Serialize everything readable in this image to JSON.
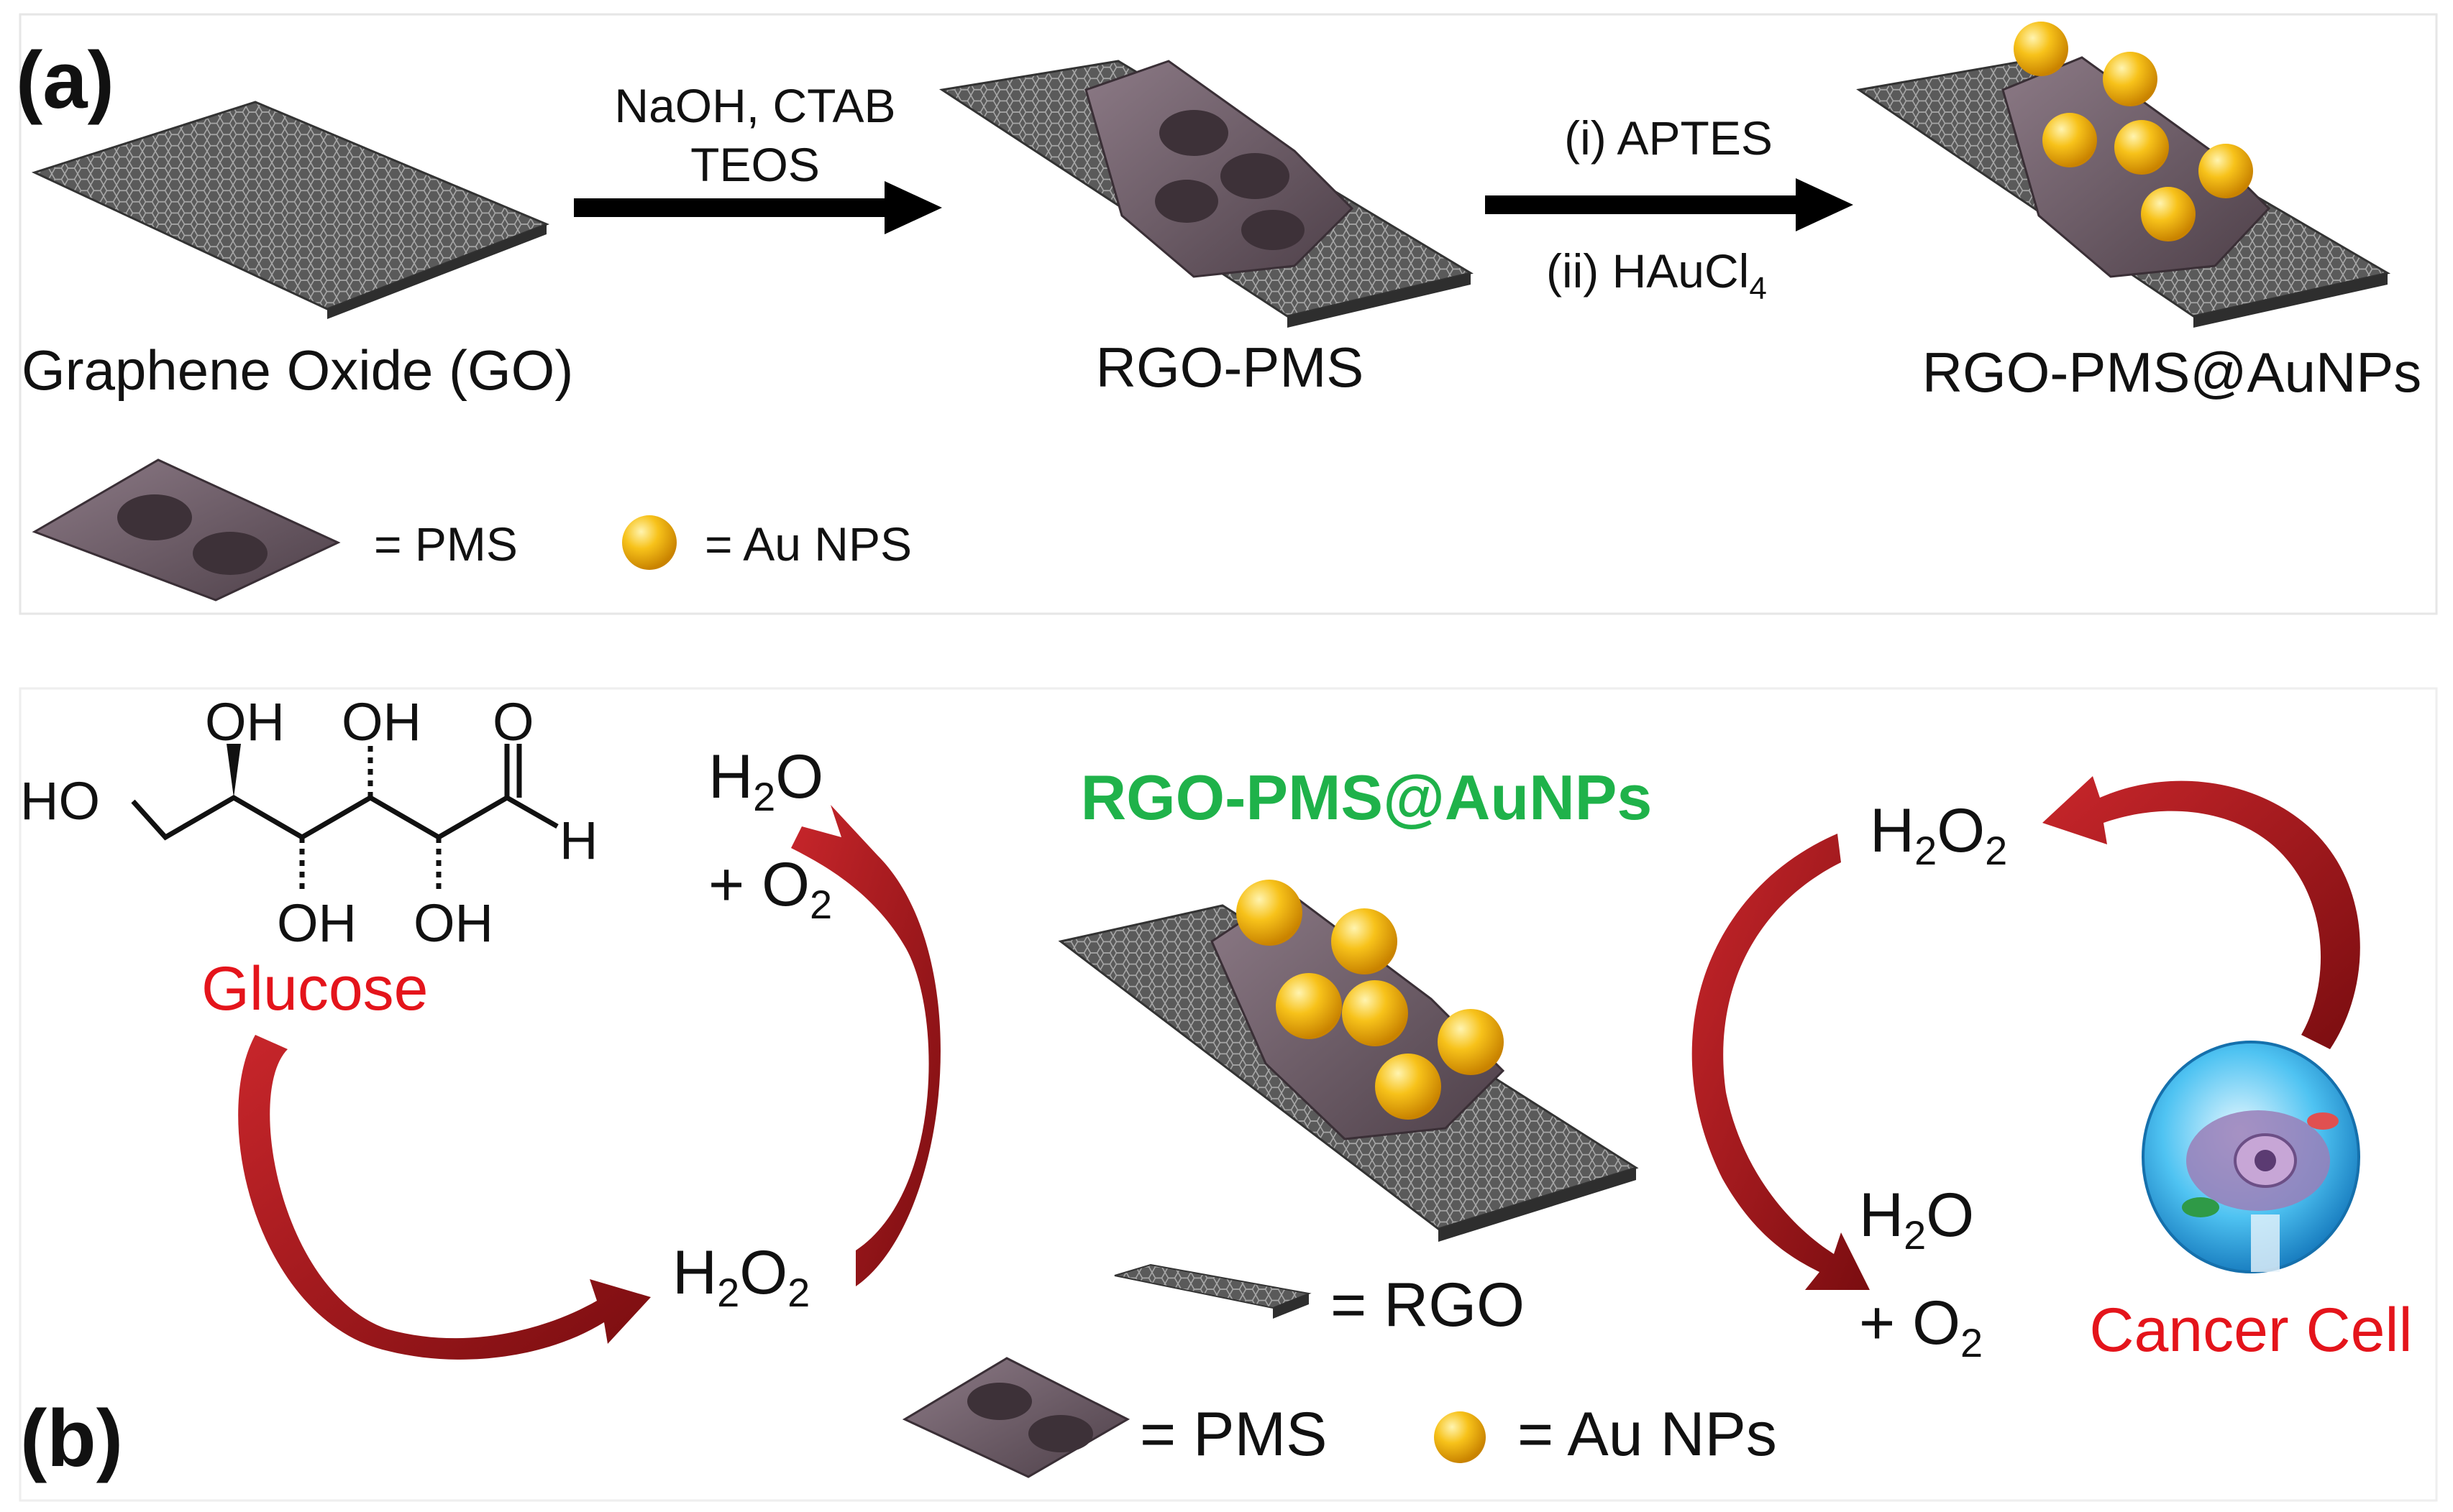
{
  "panel_a": {
    "letter": "(a)",
    "go_label": "Graphene Oxide (GO)",
    "step1_line1": "NaOH,  CTAB",
    "step1_line2": "TEOS",
    "rgo_pms_label": "RGO-PMS",
    "step2_line1": "(i) APTES",
    "step2_line2_main": "(ii) HAuCl",
    "step2_line2_sub": "4",
    "product_label": "RGO-PMS@AuNPs",
    "legend_pms": "= PMS",
    "legend_au": "= Au  NPS"
  },
  "panel_b": {
    "letter": "(b)",
    "glucose": {
      "oh_1": "OH",
      "oh_2": "OH",
      "o_ald": "O",
      "ho": "HO",
      "h_ald": "H",
      "oh_3": "OH",
      "oh_4": "OH",
      "name": "Glucose"
    },
    "h2o_o2_left": {
      "h": "H",
      "sub2": "2",
      "o": "O",
      "plus": "+ O",
      "sub_o2": "2"
    },
    "h2o2_left": {
      "h": "H",
      "sub1": "2",
      "o": "O",
      "sub2": "2"
    },
    "center_title": "RGO-PMS@AuNPs",
    "h2o2_right": {
      "h": "H",
      "sub1": "2",
      "o": "O",
      "sub2": "2"
    },
    "h2o_o2_right": {
      "h": "H",
      "sub2": "2",
      "o": "O",
      "plus": "+ O",
      "sub_o2": "2"
    },
    "cancer_cell": "Cancer Cell",
    "legend_rgo": "= RGO",
    "legend_pms": "= PMS",
    "legend_au": "=  Au NPs"
  },
  "colors": {
    "sheet": "#4a4a4a",
    "pms": "#6e5e68",
    "gold": "#f2b417",
    "arrow_red": "#a4161a",
    "text_red": "#e4141b",
    "text_green": "#1fb24a"
  }
}
